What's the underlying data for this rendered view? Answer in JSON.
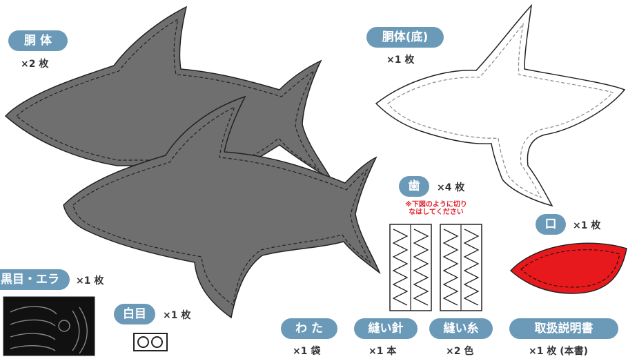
{
  "colors": {
    "felt_gray": "#6f6f6f",
    "felt_red": "#e8191c",
    "felt_black": "#111111",
    "label_blue": "#6b9ab8",
    "note_red": "#e0202a"
  },
  "parts": {
    "body": {
      "label": "胴 体",
      "qty": "×2 枚"
    },
    "belly": {
      "label": "胴体(底)",
      "qty": "×1 枚"
    },
    "teeth": {
      "label": "歯",
      "qty": "×4 枚",
      "note_line1": "※下図のように切り",
      "note_line2": "なはしてください"
    },
    "mouth": {
      "label": "口",
      "qty": "×1 枚"
    },
    "black_eye_gill": {
      "label": "黒目・エラ",
      "qty": "×1 枚"
    },
    "white_eye": {
      "label": "白目",
      "qty": "×1 枚"
    },
    "stuffing": {
      "label": "わ た",
      "qty": "×1 袋"
    },
    "needle": {
      "label": "縫い針",
      "qty": "×1 本"
    },
    "thread": {
      "label": "縫い糸",
      "qty": "×2 色"
    },
    "manual": {
      "label": "取扱説明書",
      "qty": "×1 枚 (本書)"
    }
  }
}
